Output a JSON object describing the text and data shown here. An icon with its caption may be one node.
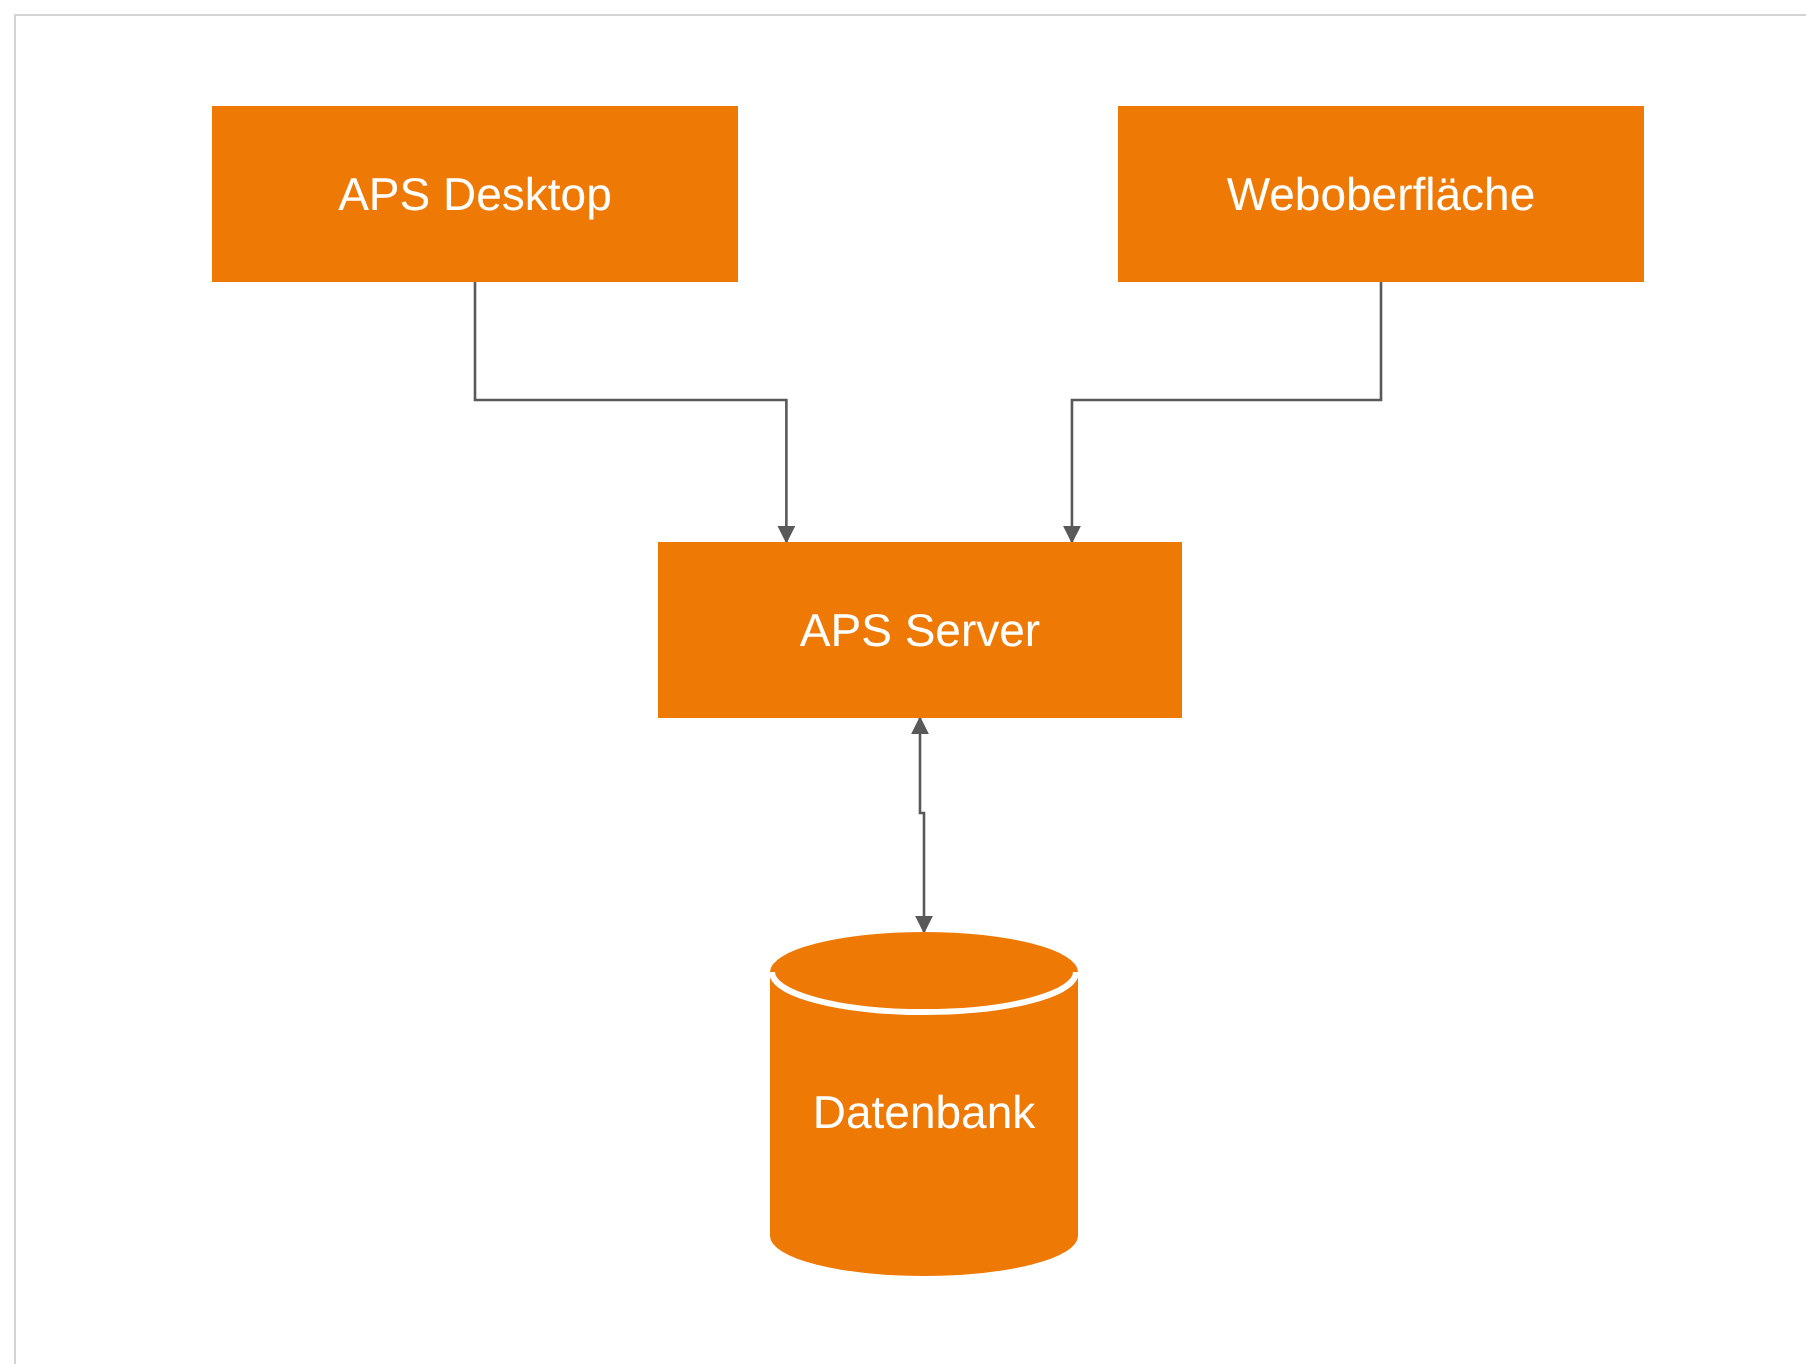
{
  "diagram": {
    "nodes": [
      {
        "text": [
          "APS Desktop"
        ]
      },
      {
        "text": [
          "Weboberfläche"
        ]
      },
      {
        "text": [
          "APS Server"
        ]
      },
      {
        "text": [
          "Datenbank"
        ]
      }
    ],
    "edges": [
      {
        "from": 0,
        "to": 2,
        "arrow": "to"
      },
      {
        "from": 1,
        "to": 2,
        "arrow": "to"
      },
      {
        "from": 2,
        "to": 3,
        "arrow": "both"
      }
    ]
  }
}
